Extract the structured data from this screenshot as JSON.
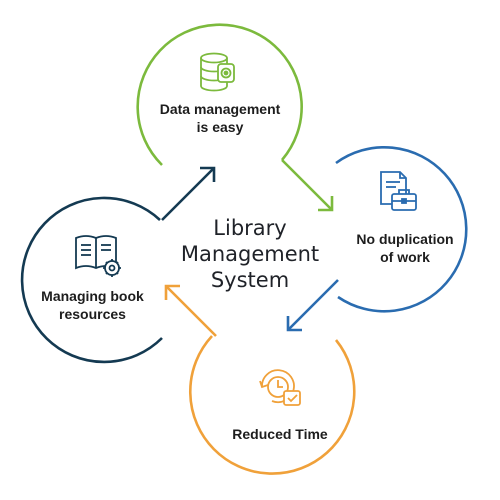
{
  "center": {
    "line1": "Library",
    "line2": "Management",
    "line3": "System"
  },
  "nodes": {
    "data_management": {
      "line1": "Data management",
      "line2": "is easy",
      "color": "#7cba3d",
      "icon": "database-icon"
    },
    "no_duplication": {
      "line1": "No duplication",
      "line2": "of work",
      "color": "#2a6cb0",
      "icon": "briefcase-document-icon"
    },
    "reduced_time": {
      "line1": "Reduced Time",
      "color": "#f0a13a",
      "icon": "clock-checkmark-icon"
    },
    "managing_book": {
      "line1": "Managing book",
      "line2": "resources",
      "color": "#143a52",
      "icon": "book-gear-icon"
    }
  }
}
